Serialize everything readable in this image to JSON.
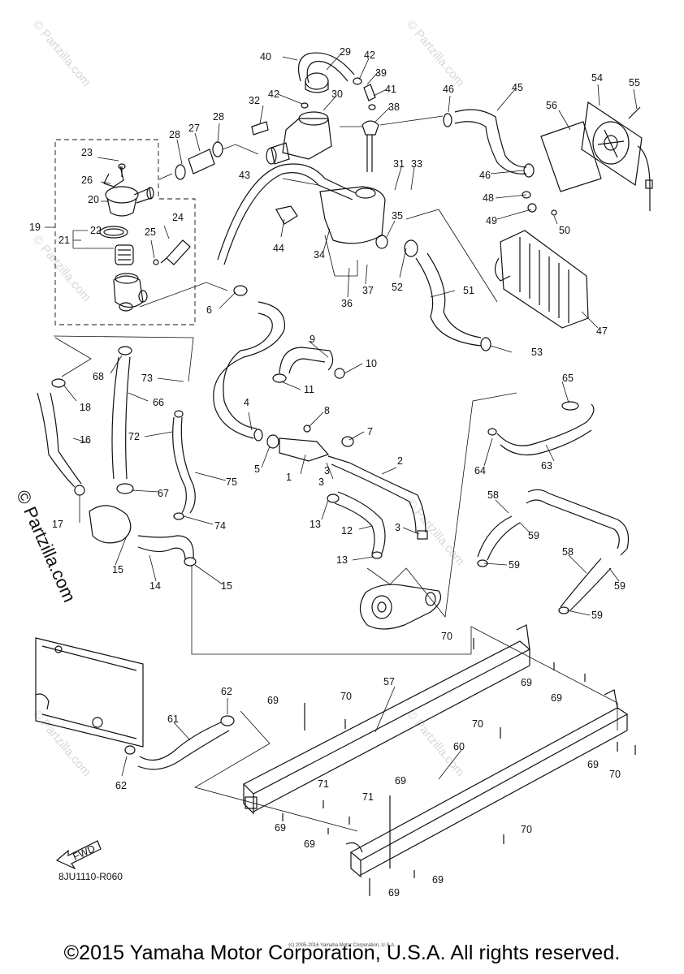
{
  "diagram": {
    "code": "8JU1110-R060",
    "fwd_label": "FWD",
    "watermark_vertical": "© Partzilla.com",
    "watermark_faint": "© Partzilla.com",
    "copyright_main": "©2015 Yamaha Motor Corporation, U.S.A. All rights reserved.",
    "copyright_small": "(c) 2005-2016 Yamaha Motor Corporation, U.S.A."
  },
  "callouts": [
    "1",
    "2",
    "3",
    "4",
    "5",
    "6",
    "7",
    "8",
    "9",
    "10",
    "11",
    "12",
    "13",
    "14",
    "15",
    "16",
    "17",
    "18",
    "19",
    "20",
    "21",
    "22",
    "23",
    "24",
    "25",
    "26",
    "27",
    "28",
    "29",
    "30",
    "31",
    "32",
    "33",
    "34",
    "35",
    "36",
    "37",
    "38",
    "39",
    "40",
    "41",
    "42",
    "43",
    "44",
    "45",
    "46",
    "47",
    "48",
    "49",
    "50",
    "51",
    "52",
    "53",
    "54",
    "55",
    "56",
    "57",
    "58",
    "59",
    "60",
    "61",
    "62",
    "63",
    "64",
    "65",
    "66",
    "67",
    "68",
    "69",
    "70",
    "71",
    "72",
    "73",
    "74",
    "75"
  ]
}
